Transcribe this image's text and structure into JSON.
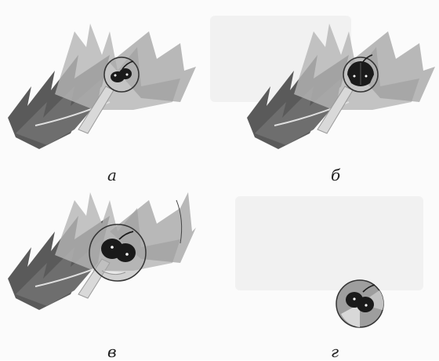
{
  "panels": [
    {
      "id": "a",
      "caption": "а"
    },
    {
      "id": "b",
      "caption": "б"
    },
    {
      "id": "v",
      "caption": "в"
    },
    {
      "id": "g",
      "caption": "г"
    }
  ],
  "colors": {
    "leaf_dark": "#4a4a4a",
    "leaf_mid": "#7c7c7c",
    "leaf_light": "#b8b8b8",
    "ghost_background": "#e9e9e9",
    "bug_body": "#1a1a1a",
    "stem": "#d8d8d8"
  }
}
